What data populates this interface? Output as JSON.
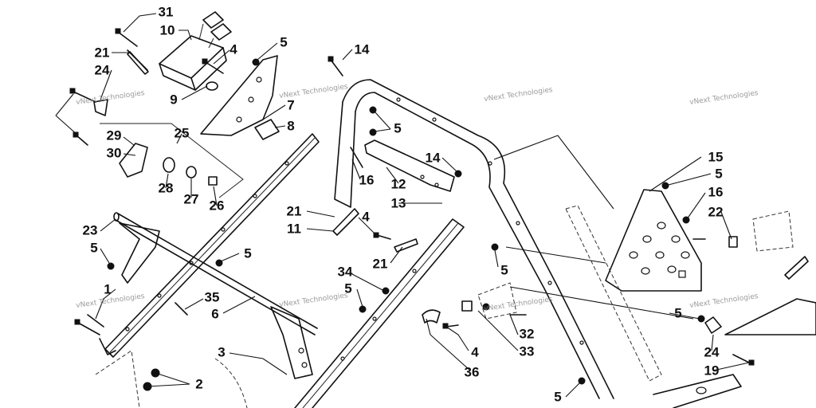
{
  "watermark": "vNext Technologies",
  "callouts": [
    "31",
    "10",
    "21",
    "24",
    "4",
    "5",
    "9",
    "7",
    "8",
    "29",
    "30",
    "25",
    "28",
    "27",
    "26",
    "14",
    "5",
    "16",
    "12",
    "13",
    "14",
    "21",
    "11",
    "4",
    "23",
    "5",
    "5",
    "1",
    "35",
    "6",
    "21",
    "34",
    "5",
    "5",
    "3",
    "2",
    "4",
    "36",
    "32",
    "33",
    "15",
    "5",
    "16",
    "22",
    "5",
    "24",
    "19",
    "5"
  ]
}
